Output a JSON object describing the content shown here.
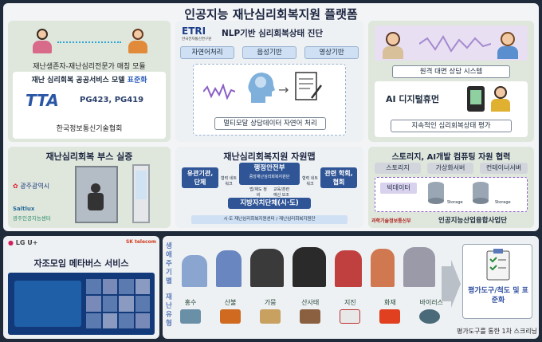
{
  "title": "인공지능 재난심리회복지원 플랫폼",
  "matching": {
    "label": "재난생존자-재난심리전문가 매칭 모듈"
  },
  "public_model": {
    "title_prefix": "재난 심리회복 공공서비스 모델 ",
    "title_em": "표준화",
    "logo": "TTA",
    "codes": "PG423, PG419",
    "org": "한국정보통신기술협회"
  },
  "nlp": {
    "logo": "ETRI",
    "logo_sub": "한국전자통신연구원",
    "title": "NLP기반 심리회복상태 진단",
    "tabs": [
      "자연어처리",
      "음성기반",
      "영상기반"
    ],
    "bottom": "멀티모달 상담데이터 자연어 처리"
  },
  "remote": {
    "label": "원격 대면 상담 시스템"
  },
  "human": {
    "title": "AI 디지털휴먼",
    "label": "지속적인 심리회복상태 평가"
  },
  "booth": {
    "title": "재난심리회복 부스 실증",
    "org1": "광주광역시",
    "org2_a": "Saltlux",
    "org2_b": "광주인공지능센터"
  },
  "map": {
    "title": "재난심리회복지원 자원맵",
    "center": "행정안전부",
    "center_sub": "중앙재난심리회복지원단",
    "left": "유관기관, 단체",
    "right": "관련 학회, 협회",
    "left_net": "협력 네트워크",
    "right_net": "협력 네트워크",
    "mid_left": "법/제도 정비",
    "mid_right": "교육/훈련 예산 보조",
    "bottom": "지방자치단체(시·도)",
    "footer": "시·도 재난심리회복지원센터 / 재난심리회복지원단"
  },
  "storage": {
    "title": "스토리지, AI개발 컴퓨팅 자원 협력",
    "chips": [
      "스토리지",
      "가상화서버",
      "컨테이너서버"
    ],
    "bigdata": "빅데이터",
    "storage_label": "Storage",
    "ministry": "과학기술정보통신부",
    "agency": "인공지능산업융합사업단"
  },
  "metaverse": {
    "lgu": "LG U+",
    "sk": "SK telecom",
    "title": "자조모임 메타버스 서비스"
  },
  "lifecycle": {
    "row1": "생애주기별",
    "row2": "재난유형",
    "disasters": [
      "홍수",
      "산불",
      "가뭄",
      "산사태",
      "지진",
      "화재",
      "바이러스"
    ],
    "result": "평가도구/척도 및 표준화",
    "footer": "평가도구를 통한 1차 스크리닝"
  }
}
